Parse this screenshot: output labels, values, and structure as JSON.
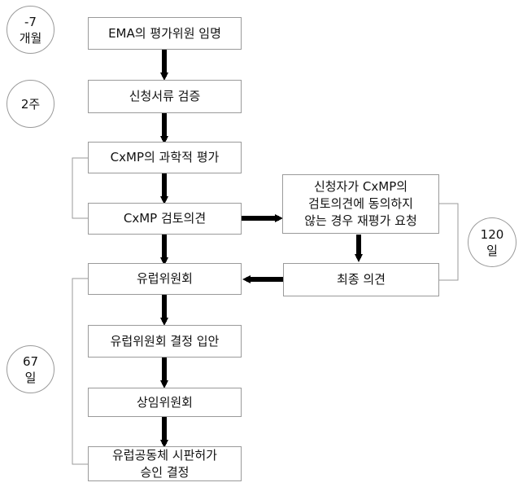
{
  "flow": {
    "steps": [
      "EMA의 평가위원 임명",
      "신청서류 검증",
      "CxMP의 과학적 평가",
      "CxMP 검토의견",
      "유럽위원회",
      "유럽위원회 결정 입안",
      "상임위원회",
      "유럽공동체 시판허가\n승인 결정"
    ],
    "side_steps": [
      "신청자가 CxMP의\n검토의견에 동의하지\n않는 경우 재평가 요청",
      "최종 의견"
    ]
  },
  "timings": [
    "-7\n개월",
    "2주",
    "120\n일",
    "67\n일"
  ]
}
